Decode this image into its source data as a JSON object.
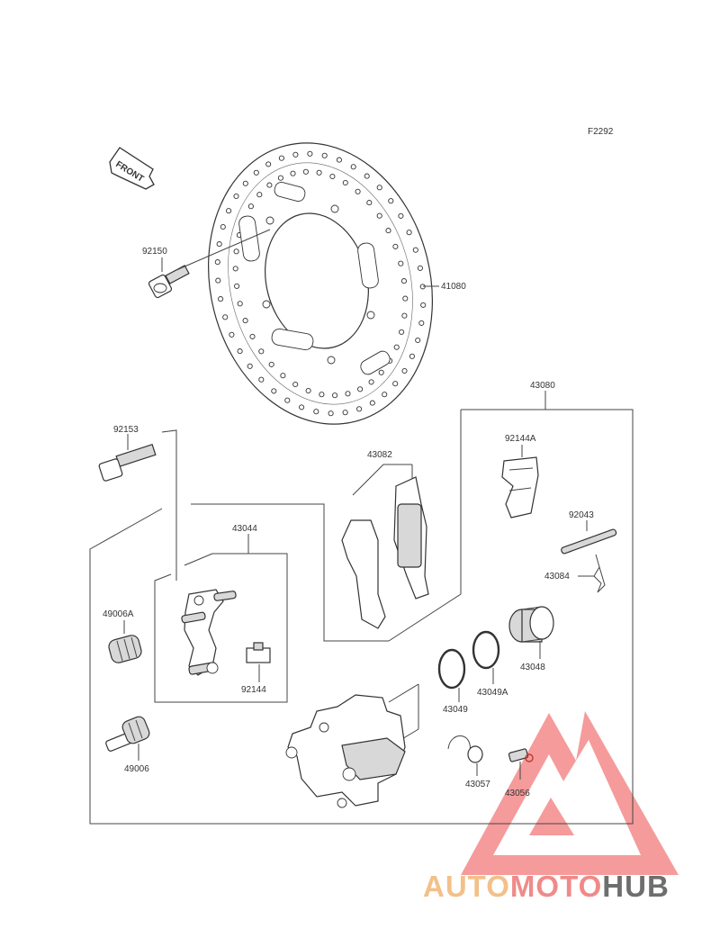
{
  "diagram": {
    "figure_code": "F2292",
    "front_label": "FRONT",
    "parts": [
      {
        "id": "disc",
        "number": "41080"
      },
      {
        "id": "disc-bolt",
        "number": "92150"
      },
      {
        "id": "caliper-assembly",
        "number": "43080"
      },
      {
        "id": "mount-bolt",
        "number": "92153"
      },
      {
        "id": "brake-pads",
        "number": "43082"
      },
      {
        "id": "spring-clip",
        "number": "92144A"
      },
      {
        "id": "pin",
        "number": "92043"
      },
      {
        "id": "cotter-clip",
        "number": "43084"
      },
      {
        "id": "bracket",
        "number": "43044"
      },
      {
        "id": "boot-small",
        "number": "49006A"
      },
      {
        "id": "pad-spring",
        "number": "92144"
      },
      {
        "id": "piston",
        "number": "43048"
      },
      {
        "id": "dust-seal",
        "number": "43049A"
      },
      {
        "id": "piston-seal",
        "number": "43049"
      },
      {
        "id": "boot-slide",
        "number": "49006"
      },
      {
        "id": "bleed-cap",
        "number": "43057"
      },
      {
        "id": "bleed-valve",
        "number": "43056"
      }
    ]
  },
  "watermark": {
    "part1": "AUTO",
    "part2": "MOTO",
    "part3": "HUB",
    "color_triangle": "#f27a7a",
    "color_auto": "#f3c08a",
    "color_moto": "#f08a8a",
    "color_hub": "#6e6e6e"
  }
}
